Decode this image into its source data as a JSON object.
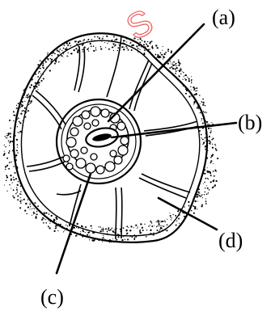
{
  "diagram": {
    "labels": {
      "a": "(a)",
      "b": "(b)",
      "c": "(c)",
      "d": "(d)"
    },
    "watermark": "S"
  },
  "colors": {
    "ink": "#000000",
    "watermark": "#f25757"
  }
}
